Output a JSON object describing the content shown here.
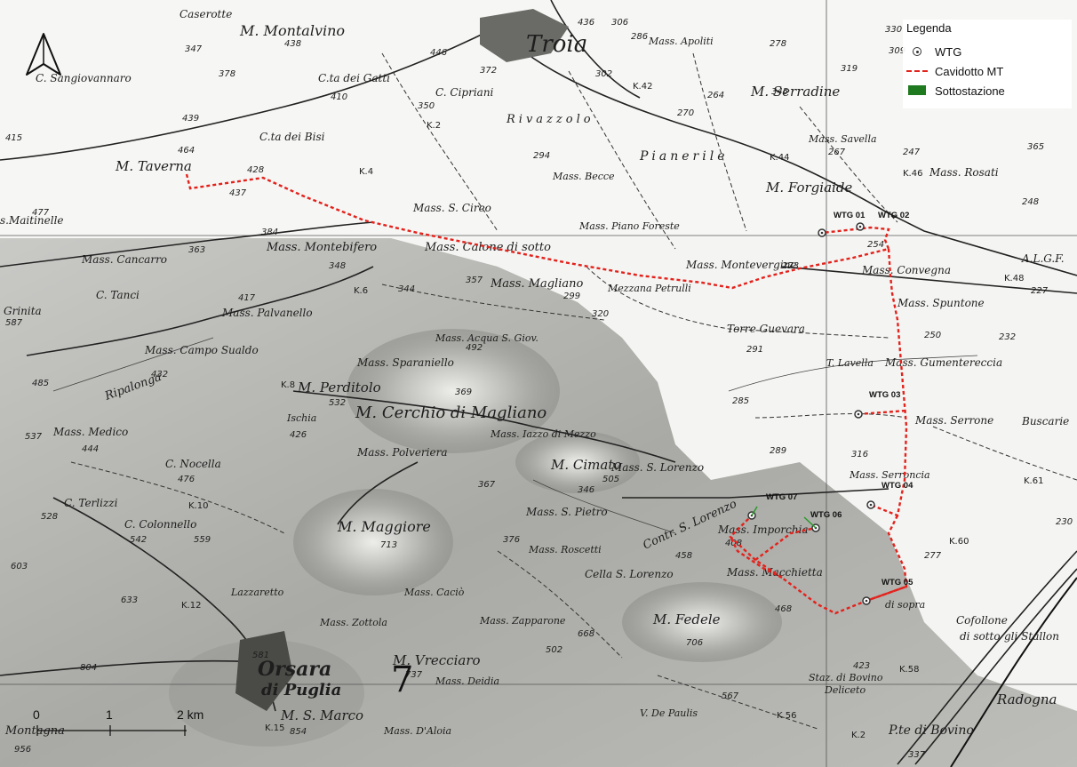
{
  "legend": {
    "title": "Legenda",
    "items": [
      {
        "label": "WTG",
        "icon": "wtg-point-icon"
      },
      {
        "label": "Cavidotto MT",
        "icon": "dashed-red-line-icon",
        "color": "#e3221c"
      },
      {
        "label": "Sottostazione",
        "icon": "green-rectangle-icon",
        "color": "#1f7a1f"
      }
    ]
  },
  "turbines": {
    "wtg01": "WTG 01",
    "wtg02": "WTG 02",
    "wtg03": "WTG 03",
    "wtg04": "WTG 04",
    "wtg05": "WTG 05",
    "wtg06": "WTG 06",
    "wtg07": "WTG 07"
  },
  "scale": {
    "s0": "0",
    "s1": "1",
    "s2": "2 km"
  },
  "places": {
    "troia": "Troia",
    "orsara": "Orsara",
    "di_puglia": "di Puglia",
    "montalvino": "M. Montalvino",
    "taverna": "M. Taverna",
    "cerchio": "M. Cerchio di Magliano",
    "perditolo": "M. Perditolo",
    "maggiore": "M. Maggiore",
    "cimato": "M. Cimato",
    "fedele": "M. Fedele",
    "forgiaide": "M. Forgiaide",
    "serradine": "M. Serradine",
    "vrecciaro": "M. Vrecciaro",
    "s_marco": "M. S. Marco",
    "montagna": "Montagna",
    "mass_montebifero": "Mass. Montebifero",
    "mass_cancarro": "Mass. Cancarro",
    "mass_calone": "Mass. Calone di sotto",
    "mass_magliano": "Mass. Magliano",
    "mass_montevergine": "Mass. Montevergine",
    "mass_convegna": "Mass. Convegna",
    "mass_spuntone": "Mass. Spuntone",
    "mass_serrone": "Mass. Serrone",
    "mass_imporchia": "Mass. Imporchia",
    "mass_macchietta": "Mass. Macchietta",
    "mass_gumentereccia": "Mass. Gumentereccia",
    "torre_guevara": "Torre Guevara",
    "mezzana_petrulli": "Mezzana Petrulli",
    "mass_s_cireo": "Mass. S. Cireo",
    "mass_piano_foreste": "Mass. Piano Foreste",
    "mass_s_lorenzo": "Mass. S. Lorenzo",
    "mass_s_pietro": "Mass. S. Pietro",
    "mass_roscetti": "Mass. Roscetti",
    "cella_s_lorenzo": "Cella S. Lorenzo",
    "mass_zapparone": "Mass. Zapparone",
    "mass_polveriera": "Mass. Polveriera",
    "mass_palvanello": "Mass. Palvanello",
    "mass_campo_sualdo": "Mass. Campo Sualdo",
    "mass_sparaniello": "Mass. Sparaniello",
    "mass_acqua_s_giov": "Mass. Acqua S. Giov.",
    "mass_jazzo": "Mass. Iazzo di Mezzo",
    "mass_medico": "Mass. Medico",
    "mass_rosati": "Mass. Rosati",
    "mass_savella": "Mass. Savella",
    "mass_becce": "Mass. Becce",
    "mass_apoliti": "Mass. Apoliti",
    "ripalonga": "Ripalonga",
    "ischia": "Ischia",
    "buscarie": "Buscarie",
    "radogna": "Radogna",
    "di_bovino": "P.te di Bovino",
    "cofollone": "Cofollone",
    "di_sotto": "di sotto",
    "gli_stalloni": "gli Stallon",
    "agf": "A.L.G.F.",
    "pianerile": "Pianerile",
    "rivazzolo": "Rivazzolo",
    "cirpiani": "C. Cipriani",
    "dei_gatti": "C.ta dei Gatti",
    "dei_bisi": "C.ta dei Bisi",
    "c_nocella": "C. Nocella",
    "c_colonnello": "C. Colonnello",
    "c_terlizzi": "C. Terlizzi",
    "c_tanci": "C. Tanci",
    "c_sangiovannaro": "C. Sangiovannaro",
    "lazzaretto": "Lazzaretto",
    "mass_caciu": "Mass. Caciò",
    "mass_zottola": "Mass. Zottola",
    "mass_deidia": "Mass. Deidia",
    "mass_d_aloia": "Mass. D'Aloia",
    "staz_bovino": "Staz. di Bovino",
    "deliceto": "Deliceto",
    "depaulis": "V. De Paulis",
    "caserotte": "Caserotte",
    "grinita": "Grinita",
    "maitinelle": "s.Maitinelle",
    "mass_serroncia": "Mass. Serroncia",
    "contr_s_lorenzo": "Contr. S. Lorenzo",
    "di_sopra": "di sopra",
    "lavella": "T. Lavella"
  },
  "elevations": {
    "e436": "436",
    "e438": "438",
    "e347": "347",
    "e378": "378",
    "e410": "410",
    "e439": "439",
    "e464": "464",
    "e428": "428",
    "e437": "437",
    "e477": "477",
    "e415": "415",
    "e384": "384",
    "e363": "363",
    "e348": "348",
    "e344": "344",
    "e357": "357",
    "e299": "299",
    "e320": "320",
    "e273": "273",
    "e254": "254",
    "e227": "227",
    "e250": "250",
    "e232": "232",
    "e291": "291",
    "e285": "285",
    "e316": "316",
    "e289": "289",
    "e277": "277",
    "e230": "230",
    "e408": "408",
    "e458": "458",
    "e468": "468",
    "e706": "706",
    "e668": "668",
    "e502": "502",
    "e505": "505",
    "e346": "346",
    "e367": "367",
    "e376": "376",
    "e713": "713",
    "e537": "537",
    "e532": "532",
    "e426": "426",
    "e492": "492",
    "e369": "369",
    "e417": "417",
    "e432": "432",
    "e485": "485",
    "e587": "587",
    "e444": "444",
    "e476": "476",
    "e528": "528",
    "e542": "542",
    "e559": "559",
    "e603": "603",
    "e633": "633",
    "e804": "804",
    "e581": "581",
    "e854": "854",
    "e956": "956",
    "e737": "737",
    "e423": "423",
    "e567": "567",
    "e337": "337",
    "e330": "330",
    "e309": "309",
    "e306": "306",
    "e286": "286",
    "e278": "278",
    "e319": "319",
    "e345": "345",
    "e264": "264",
    "e270": "270",
    "e247": "247",
    "e365": "365",
    "e248": "248",
    "e267": "267",
    "e294": "294",
    "e372": "372",
    "e302": "302",
    "e350": "350",
    "e446": "446"
  },
  "km_marks": {
    "k42": "K.42",
    "k44": "K.44",
    "k46": "K.46",
    "k48": "K.48",
    "k2": "K.2",
    "k4": "K.4",
    "k6": "K.6",
    "k8": "K.8",
    "k10": "K.10",
    "k12": "K.12",
    "k15": "K.15",
    "k58": "K.58",
    "k56": "K.56",
    "k60": "K.60",
    "k61": "K.61",
    "k2b": "K.2"
  },
  "sheet_number": "7",
  "colors": {
    "cable": "#e3221c",
    "substation": "#1f7a1f",
    "wtg": "#333333"
  }
}
